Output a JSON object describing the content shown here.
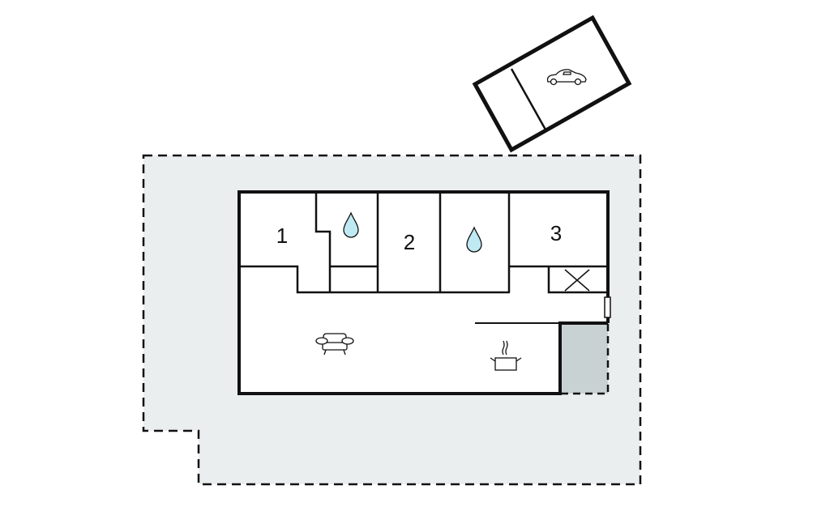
{
  "plan": {
    "rooms": [
      {
        "label": "1",
        "type": "bedroom"
      },
      {
        "label": "2",
        "type": "bedroom"
      },
      {
        "label": "3",
        "type": "bedroom"
      }
    ],
    "icons": [
      "water-drop-icon",
      "water-drop-icon",
      "sofa-icon",
      "cooking-pot-icon",
      "car-icon"
    ],
    "colors": {
      "terrace": "#ebeeee",
      "covered_area": "#c9d2d2",
      "water": "#bfe9f3",
      "wall": "#111111"
    }
  }
}
